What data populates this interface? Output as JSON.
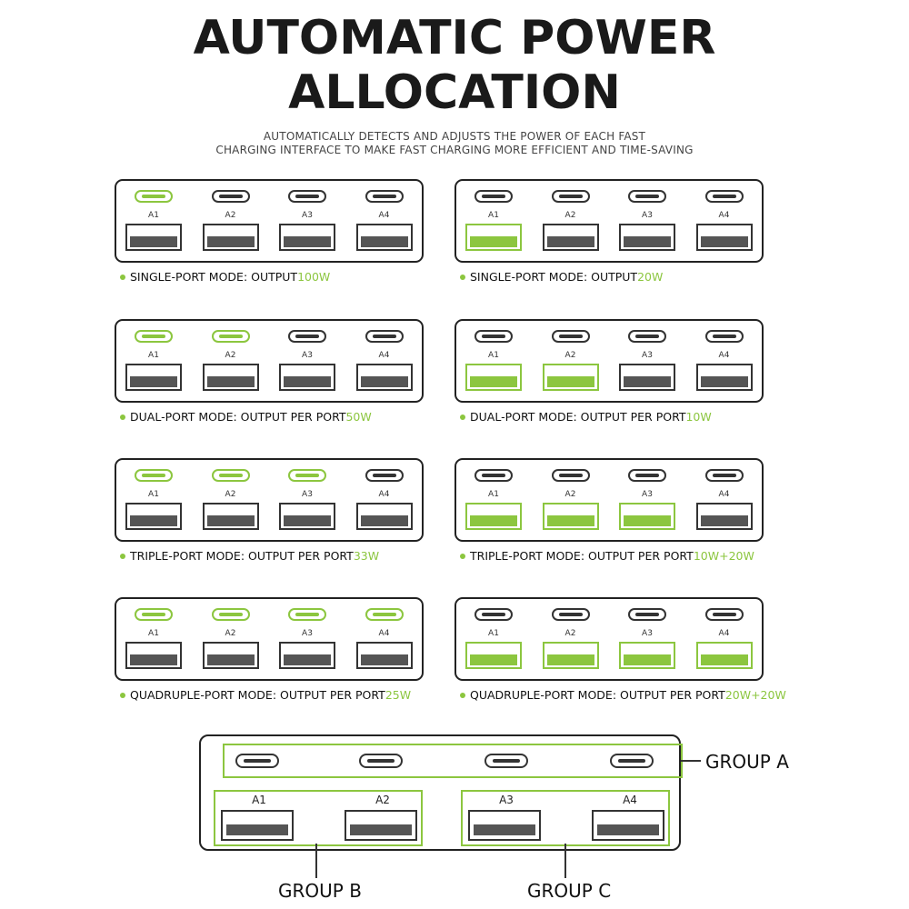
{
  "title_line1": "AUTOMATIC POWER",
  "title_line2": "ALLOCATION",
  "subtitle_line1": "AUTOMATICALLY DETECTS AND ADJUSTS THE POWER OF EACH FAST",
  "subtitle_line2": "CHARGING INTERFACE TO MAKE FAST CHARGING MORE EFFICIENT AND TIME-SAVING",
  "port_labels": [
    "A1",
    "A2",
    "A3",
    "A4"
  ],
  "colors": {
    "accent": "#8cc63f",
    "dark": "#333333"
  },
  "modes": {
    "left": [
      {
        "caption": "SINGLE-PORT MODE: OUTPUT",
        "value": "100W",
        "usbc_active": [
          true,
          false,
          false,
          false
        ],
        "usba_active": [
          false,
          false,
          false,
          false
        ]
      },
      {
        "caption": "DUAL-PORT MODE: OUTPUT PER PORT",
        "value": "50W",
        "usbc_active": [
          true,
          true,
          false,
          false
        ],
        "usba_active": [
          false,
          false,
          false,
          false
        ]
      },
      {
        "caption": "TRIPLE-PORT MODE: OUTPUT PER PORT",
        "value": "33W",
        "usbc_active": [
          true,
          true,
          true,
          false
        ],
        "usba_active": [
          false,
          false,
          false,
          false
        ]
      },
      {
        "caption": "QUADRUPLE-PORT MODE: OUTPUT PER PORT",
        "value": "25W",
        "usbc_active": [
          true,
          true,
          true,
          true
        ],
        "usba_active": [
          false,
          false,
          false,
          false
        ]
      }
    ],
    "right": [
      {
        "caption": "SINGLE-PORT MODE: OUTPUT",
        "value": "20W",
        "usbc_active": [
          false,
          false,
          false,
          false
        ],
        "usba_active": [
          true,
          false,
          false,
          false
        ]
      },
      {
        "caption": "DUAL-PORT MODE: OUTPUT PER PORT",
        "value": "10W",
        "usbc_active": [
          false,
          false,
          false,
          false
        ],
        "usba_active": [
          true,
          true,
          false,
          false
        ]
      },
      {
        "caption": "TRIPLE-PORT MODE: OUTPUT PER PORT",
        "value": "10W+20W",
        "usbc_active": [
          false,
          false,
          false,
          false
        ],
        "usba_active": [
          true,
          true,
          true,
          false
        ]
      },
      {
        "caption": "QUADRUPLE-PORT MODE: OUTPUT PER PORT",
        "value": "20W+20W",
        "usbc_active": [
          false,
          false,
          false,
          false
        ],
        "usba_active": [
          true,
          true,
          true,
          true
        ]
      }
    ]
  },
  "groups": {
    "group_a": "GROUP A",
    "group_b": "GROUP B",
    "group_c": "GROUP C",
    "b_labels": [
      "A1",
      "A2"
    ],
    "c_labels": [
      "A3",
      "A4"
    ]
  }
}
